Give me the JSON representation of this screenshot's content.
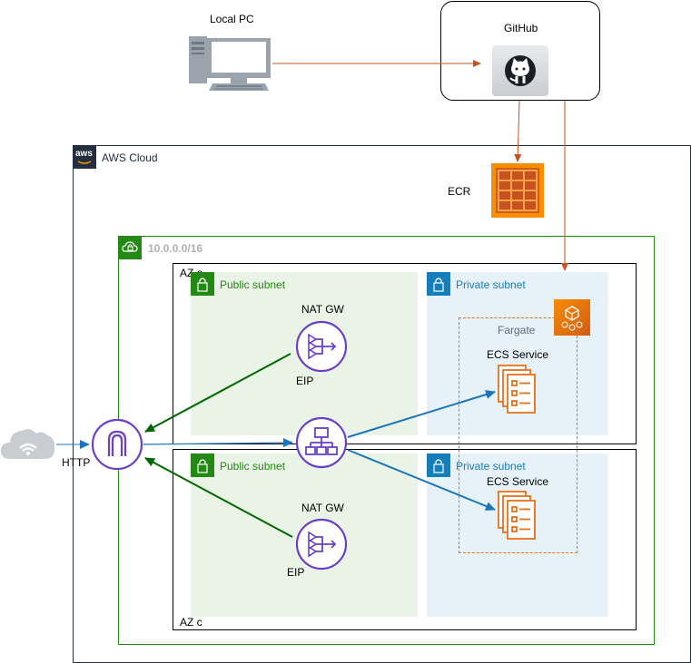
{
  "nodes": {
    "local_pc": "Local PC",
    "github": "GitHub",
    "ecr": "ECR",
    "aws_cloud": "AWS Cloud",
    "aws_logo": "aws",
    "vpc_cidr": "10.0.0.0/16",
    "az_a": "AZ a",
    "az_c": "AZ c",
    "public_subnet_a": "Public subnet",
    "private_subnet_a": "Private subnet",
    "public_subnet_c": "Public subnet",
    "private_subnet_c": "Private subnet",
    "nat_gw_a": "NAT GW",
    "nat_gw_c": "NAT GW",
    "eip_a": "EIP",
    "eip_c": "EIP",
    "fargate": "Fargate",
    "ecs_service_a": "ECS Service",
    "ecs_service_c": "ECS Service",
    "http": "HTTP"
  },
  "icons": {
    "local_pc": "desktop-computer-icon",
    "github": "github-octocat-icon",
    "ecr": "ecr-registry-icon",
    "aws_cloud": "aws-logo-icon",
    "vpc": "cloud-lock-icon",
    "subnet": "padlock-icon",
    "nat_gateway": "nat-gateway-icon",
    "internet_gateway": "internet-gateway-icon",
    "load_balancer": "load-balancer-icon",
    "fargate": "fargate-icon",
    "ecs_service": "ecs-service-icon",
    "internet": "internet-cloud-icon"
  },
  "colors": {
    "aws_cloud_border": "#232F3E",
    "vpc_border": "#248814",
    "public_subnet_fill": "#E9F3E6",
    "public_subnet_accent": "#248814",
    "private_subnet_fill": "#E6F2F8",
    "private_subnet_accent": "#147EBA",
    "orange_arrow": "#C7511F",
    "green_arrow": "#006600",
    "blue_arrow": "#1B75BB",
    "purple_icon": "#6B3FCB",
    "orange_icon": "#E7711B"
  }
}
